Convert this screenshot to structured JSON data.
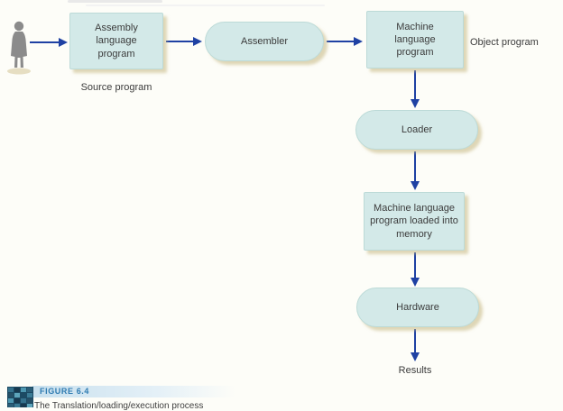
{
  "figure": {
    "label": "FIGURE 6.4",
    "caption": "The Translation/loading/execution process"
  },
  "nodes": {
    "assembly_language_program": "Assembly language program",
    "assembler": "Assembler",
    "machine_language_program": "Machine language program",
    "loader": "Loader",
    "machine_language_loaded": "Machine language program loaded into memory",
    "hardware": "Hardware"
  },
  "labels": {
    "source_program": "Source program",
    "object_program": "Object program",
    "results": "Results"
  },
  "icons": {
    "person": "person-silhouette-icon",
    "figure_thumbnail": "mosaic-thumbnail-icon"
  },
  "colors": {
    "node_fill": "#d3e9e8",
    "node_border": "#bcdad7",
    "arrow_blue": "#1f41a3",
    "shadow_tan": "#c5b680",
    "figure_label_blue": "#2e7bb1",
    "figure_bar_blue": "#c8e0ee",
    "text": "#3b3b3b",
    "person_gray": "#8b8b8b"
  }
}
